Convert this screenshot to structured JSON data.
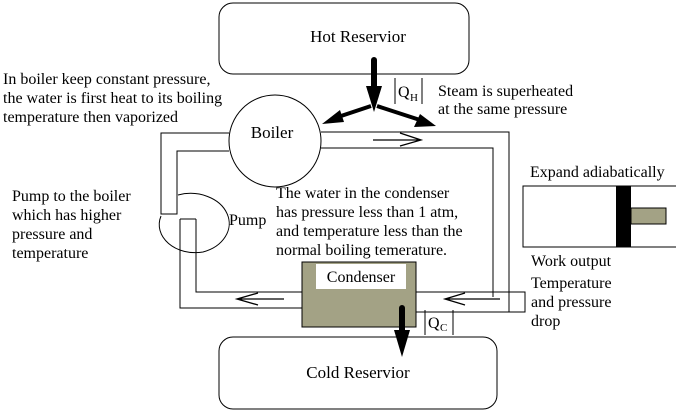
{
  "diagram": {
    "title": "Rankine steam cycle (heat engine)",
    "colors": {
      "condenser_fill": "#a3a285",
      "piston_rod": "#a3a285",
      "line": "#000000",
      "background": "#ffffff"
    },
    "components": {
      "hot_reservoir": "Hot Reservior",
      "cold_reservoir": "Cold Reservior",
      "boiler": "Boiler",
      "pump": "Pump",
      "condenser": "Condenser"
    },
    "heat_labels": {
      "qh_main": "Q",
      "qh_sub": "H",
      "qc_main": "Q",
      "qc_sub": "C"
    },
    "annotations": {
      "boiler_note": [
        "In boiler keep constant pressure,",
        "the water is first heat to its boiling",
        "temperature then vaporized"
      ],
      "steam_note": [
        "Steam is superheated",
        "at the same pressure"
      ],
      "pump_note": [
        "Pump to the boiler",
        "which has higher",
        "pressure and",
        "temperature"
      ],
      "condenser_note": [
        "The water in the condenser",
        "has pressure less than 1 atm,",
        "and temperature less than the",
        "normal boiling temerature."
      ],
      "expand_note": "Expand adiabatically",
      "work_note": "Work output",
      "drop_note": [
        "Temperature",
        "and pressure",
        "drop"
      ]
    }
  }
}
